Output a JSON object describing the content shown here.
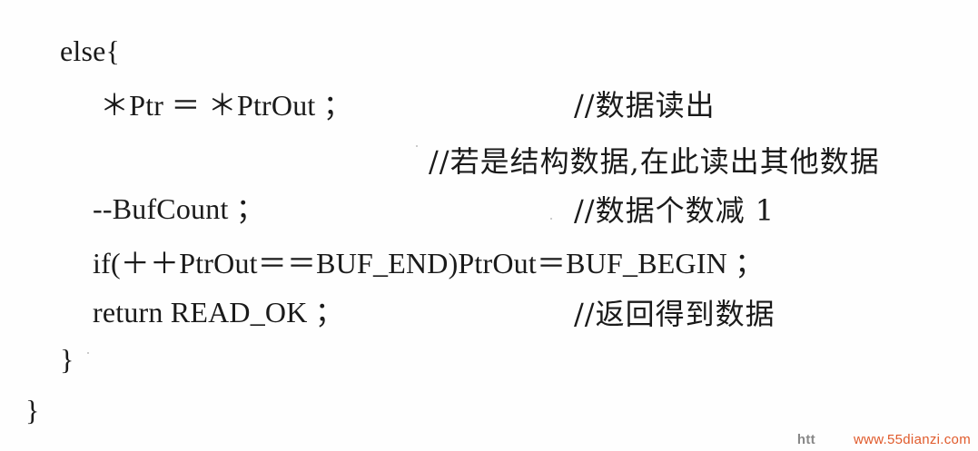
{
  "code_lines": [
    "else{",
    "＊Ptr ＝ ＊PtrOut ；",
    "--BufCount ；",
    "if(＋＋PtrOut＝＝BUF_END)PtrOut＝BUF_BEGIN ；",
    "return READ_OK ；",
    "}",
    "}"
  ],
  "comments": [
    "//数据读出",
    "//若是结构数据,在此读出其他数据",
    "//数据个数减 1",
    "//返回得到数据"
  ],
  "watermark": {
    "prefix": "htt",
    "url": "www.55dianzi.com"
  }
}
